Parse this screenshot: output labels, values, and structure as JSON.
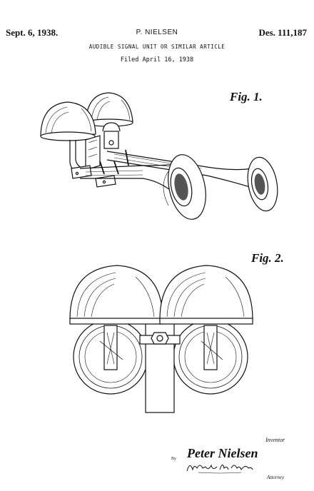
{
  "header": {
    "date": "Sept. 6, 1938.",
    "inventor": "P. NIELSEN",
    "design_number": "Des. 111,187",
    "title": "AUDIBLE SIGNAL UNIT OR SIMILAR ARTICLE",
    "filed": "Filed April 16, 1938"
  },
  "figures": {
    "fig1_label": "Fig. 1.",
    "fig2_label": "Fig. 2."
  },
  "footer": {
    "inventor_label": "Inventor",
    "inventor_signature": "Peter Nielsen",
    "by_label": "By",
    "attorney_signature": "Arthur H. Sturges",
    "attorney_label": "Attorney"
  }
}
